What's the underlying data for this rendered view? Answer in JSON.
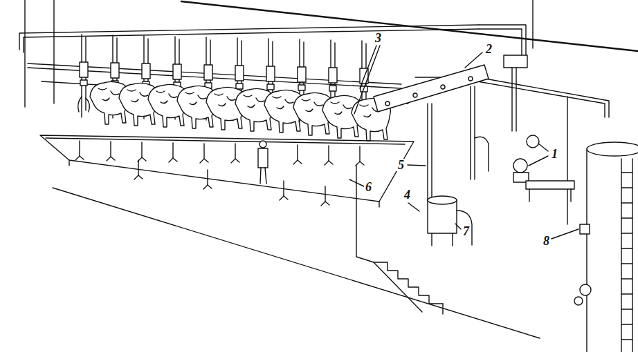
{
  "diagram": {
    "labels": [
      "3",
      "2",
      "1",
      "5",
      "4",
      "6",
      "7",
      "8"
    ]
  }
}
